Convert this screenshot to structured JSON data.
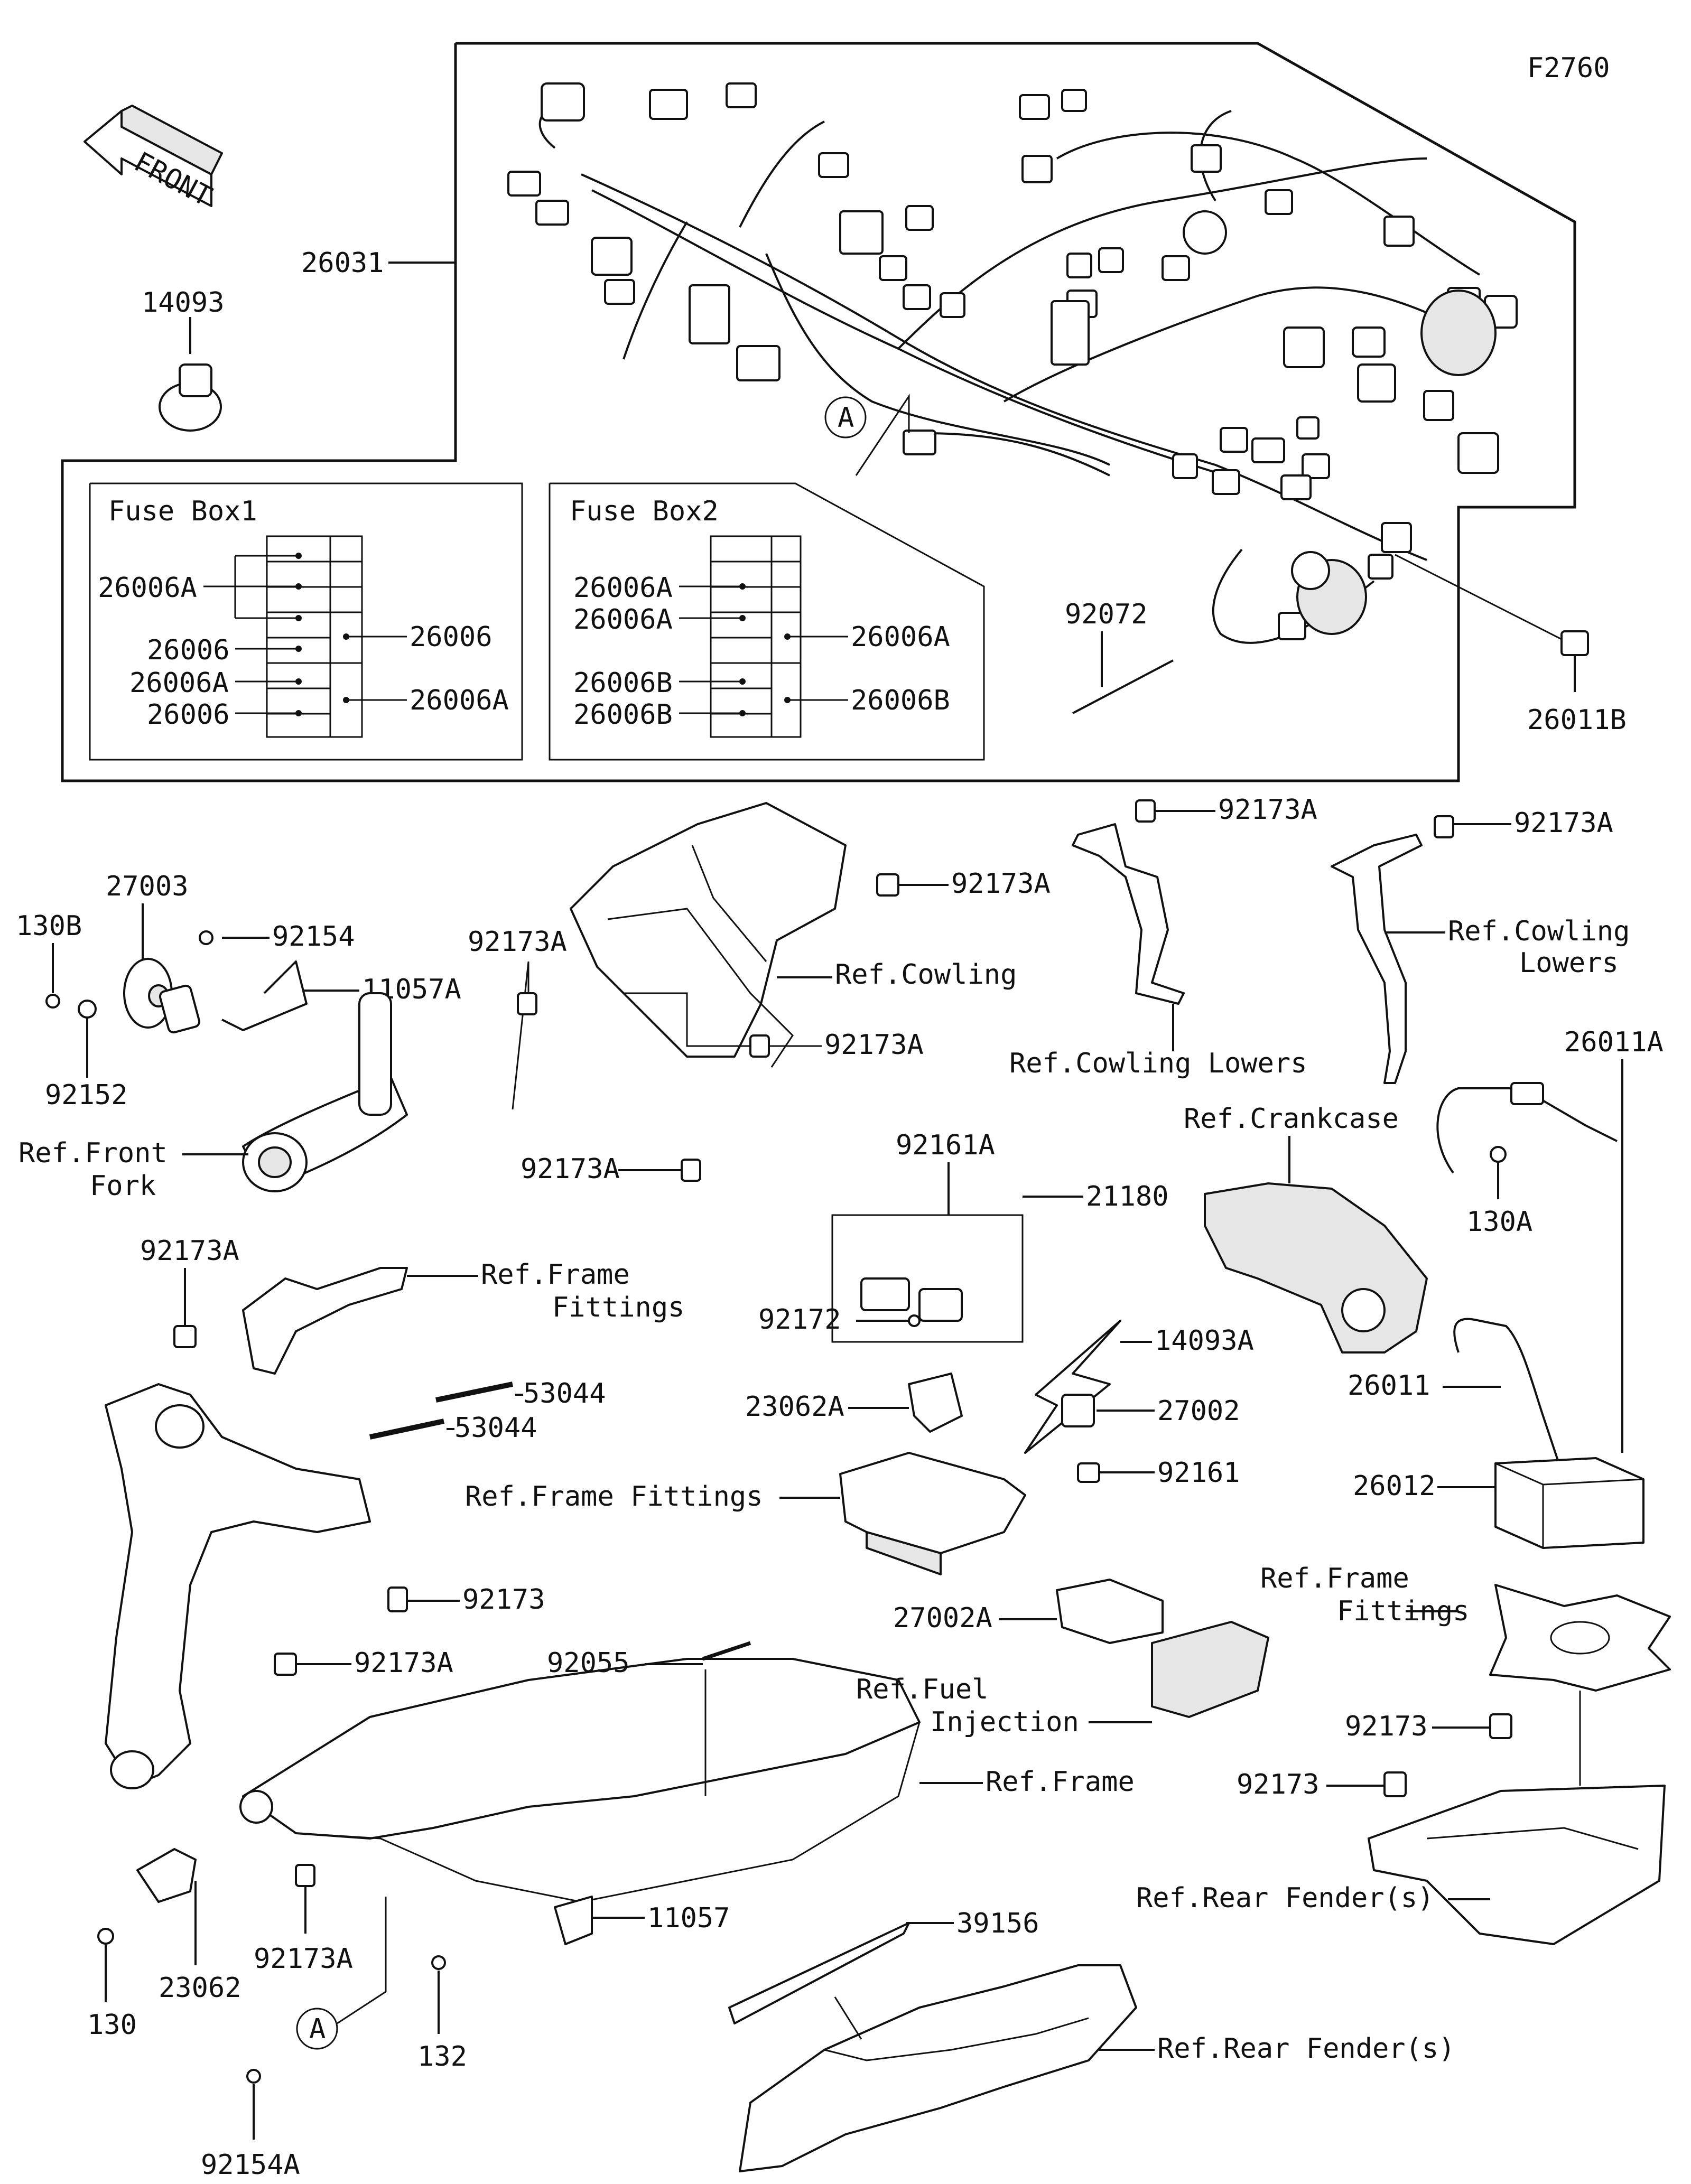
{
  "figure_code": "F2760",
  "front_arrow_text": "FRONT",
  "callout_letter": "A",
  "fusebox1": {
    "title": "Fuse Box1",
    "left_labels": [
      "26006A",
      "26006",
      "26006A",
      "26006"
    ],
    "right_labels": [
      "26006",
      "26006A"
    ]
  },
  "fusebox2": {
    "title": "Fuse Box2",
    "left_labels": [
      "26006A",
      "26006A",
      "26006B",
      "26006B"
    ],
    "right_labels": [
      "26006A",
      "26006B"
    ]
  },
  "parts": {
    "p26031": "26031",
    "p14093": "14093",
    "p92072": "92072",
    "p26011B": "26011B",
    "p130B": "130B",
    "p27003": "27003",
    "p92154": "92154",
    "p11057A": "11057A",
    "p92152": "92152",
    "ref_front_fork_1": "Ref.Front",
    "ref_front_fork_2": "Fork",
    "p92173A_1": "92173A",
    "p92173A_2": "92173A",
    "p92173A_3": "92173A",
    "p92173A_4": "92173A",
    "p92173A_5": "92173A",
    "p92173A_6": "92173A",
    "p92173A_7": "92173A",
    "p92173A_8": "92173A",
    "p92173A_9": "92173A",
    "ref_cowling": "Ref.Cowling",
    "ref_cowling_lowers_mid": "Ref.Cowling Lowers",
    "ref_cowling_lowers_r1": "Ref.Cowling",
    "ref_cowling_lowers_r2": "Lowers",
    "p26011A": "26011A",
    "ref_crankcase": "Ref.Crankcase",
    "p130A": "130A",
    "p92161A": "92161A",
    "p21180": "21180",
    "ref_frame_fittings_l1": "Ref.Frame",
    "ref_frame_fittings_l2": "Fittings",
    "p92172": "92172",
    "p14093A": "14093A",
    "p53044_1": "53044",
    "p53044_2": "53044",
    "p23062A": "23062A",
    "p27002": "27002",
    "p26011": "26011",
    "ref_frame_fittings_mid": "Ref.Frame Fittings",
    "p92161": "92161",
    "p26012": "26012",
    "p92173_1": "92173",
    "ref_frame_fittings_r1": "Ref.Frame",
    "ref_frame_fittings_r2": "Fittings",
    "p27002A": "27002A",
    "p92055": "92055",
    "ref_fuel_1": "Ref.Fuel",
    "ref_fuel_2": "Injection",
    "p92173_2": "92173",
    "ref_frame": "Ref.Frame",
    "p92173_3": "92173",
    "p11057": "11057",
    "p39156": "39156",
    "ref_rear_fender_1": "Ref.Rear Fender(s)",
    "ref_rear_fender_2": "Ref.Rear Fender(s)",
    "p130": "130",
    "p23062": "23062",
    "p132": "132",
    "p92154A": "92154A"
  }
}
